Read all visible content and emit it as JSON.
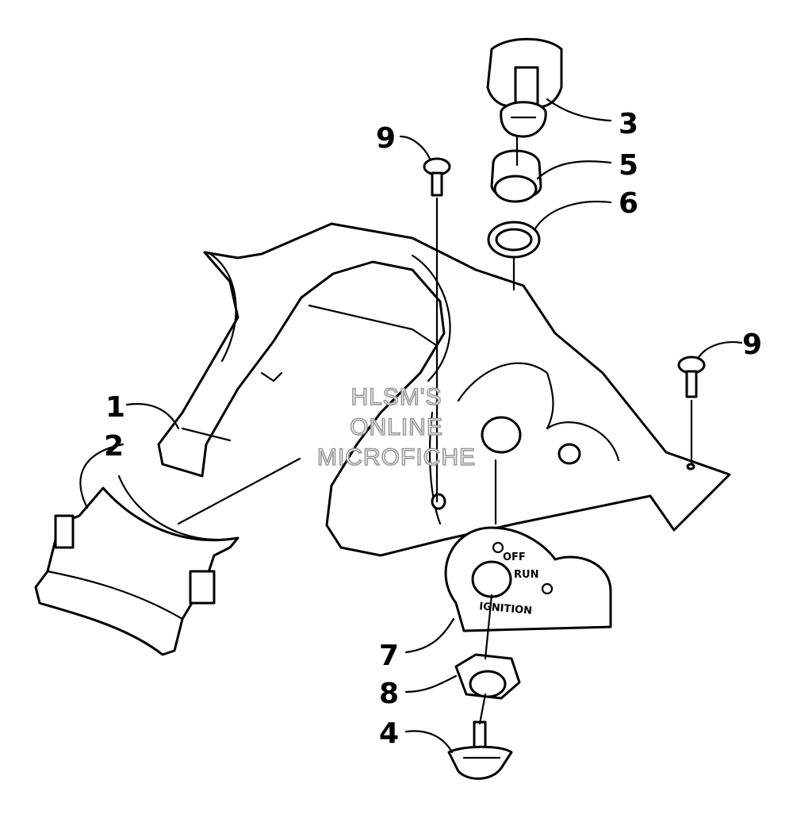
{
  "callouts": {
    "c1": "1",
    "c2": "2",
    "c3": "3",
    "c4": "4",
    "c5": "5",
    "c6": "6",
    "c7": "7",
    "c8": "8",
    "c9a": "9",
    "c9b": "9"
  },
  "decal": {
    "off": "OFF",
    "run": "RUN",
    "ignition": "IGNITION"
  },
  "watermark": {
    "line1": "HLSM'S",
    "line2": "ONLINE",
    "line3": "MICROFICHE"
  },
  "colors": {
    "line": "#000000",
    "fill": "#ffffff",
    "watermark_stroke": "#9a9a9a"
  }
}
